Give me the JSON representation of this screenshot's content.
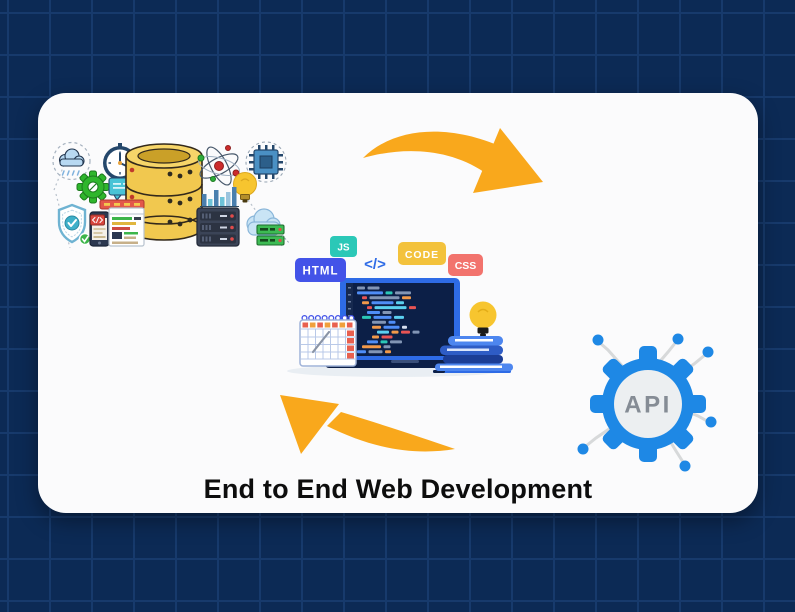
{
  "caption": "End to End Web Development",
  "api_label": "API",
  "center_badges": {
    "js": "JS",
    "code_glyph": "</>",
    "code": "CODE",
    "html": "HTML",
    "css": "CSS"
  },
  "colors": {
    "bg": "#0C2A55",
    "grid": "#173A6C",
    "card": "#FBFBFC",
    "arrow": "#F9A81C",
    "api_blue": "#1E88E5",
    "api_text": "#858C95",
    "badge_html": "#4353E8",
    "badge_js": "#2BC8B7",
    "badge_code": "#F3C23C",
    "badge_css": "#F2736D",
    "laptop_frame": "#2E6BE6",
    "screen": "#0C1F47",
    "database": "#F1C84F",
    "title": "#0D0D0D"
  },
  "icons": {
    "cluster": [
      "rain-cloud-icon",
      "clock-icon",
      "gear-icon",
      "speech-bubble-icon",
      "database-icon",
      "atom-icon",
      "cpu-chip-icon",
      "lightbulb-icon",
      "bar-chart-icon",
      "server-rack-icon",
      "cloud-server-icon",
      "shield-check-icon",
      "check-circle-icon",
      "smartphone-code-icon",
      "browser-window-icon",
      "ribbon-banner-icon"
    ],
    "center": [
      "laptop-code-icon",
      "calendar-icon",
      "lightbulb-icon",
      "books-icon",
      "pen-icon"
    ],
    "right": [
      "api-gear-icon",
      "circuit-node-icon"
    ],
    "arrows": [
      "swoosh-arrow-right-icon",
      "swoosh-arrow-left-icon"
    ]
  }
}
